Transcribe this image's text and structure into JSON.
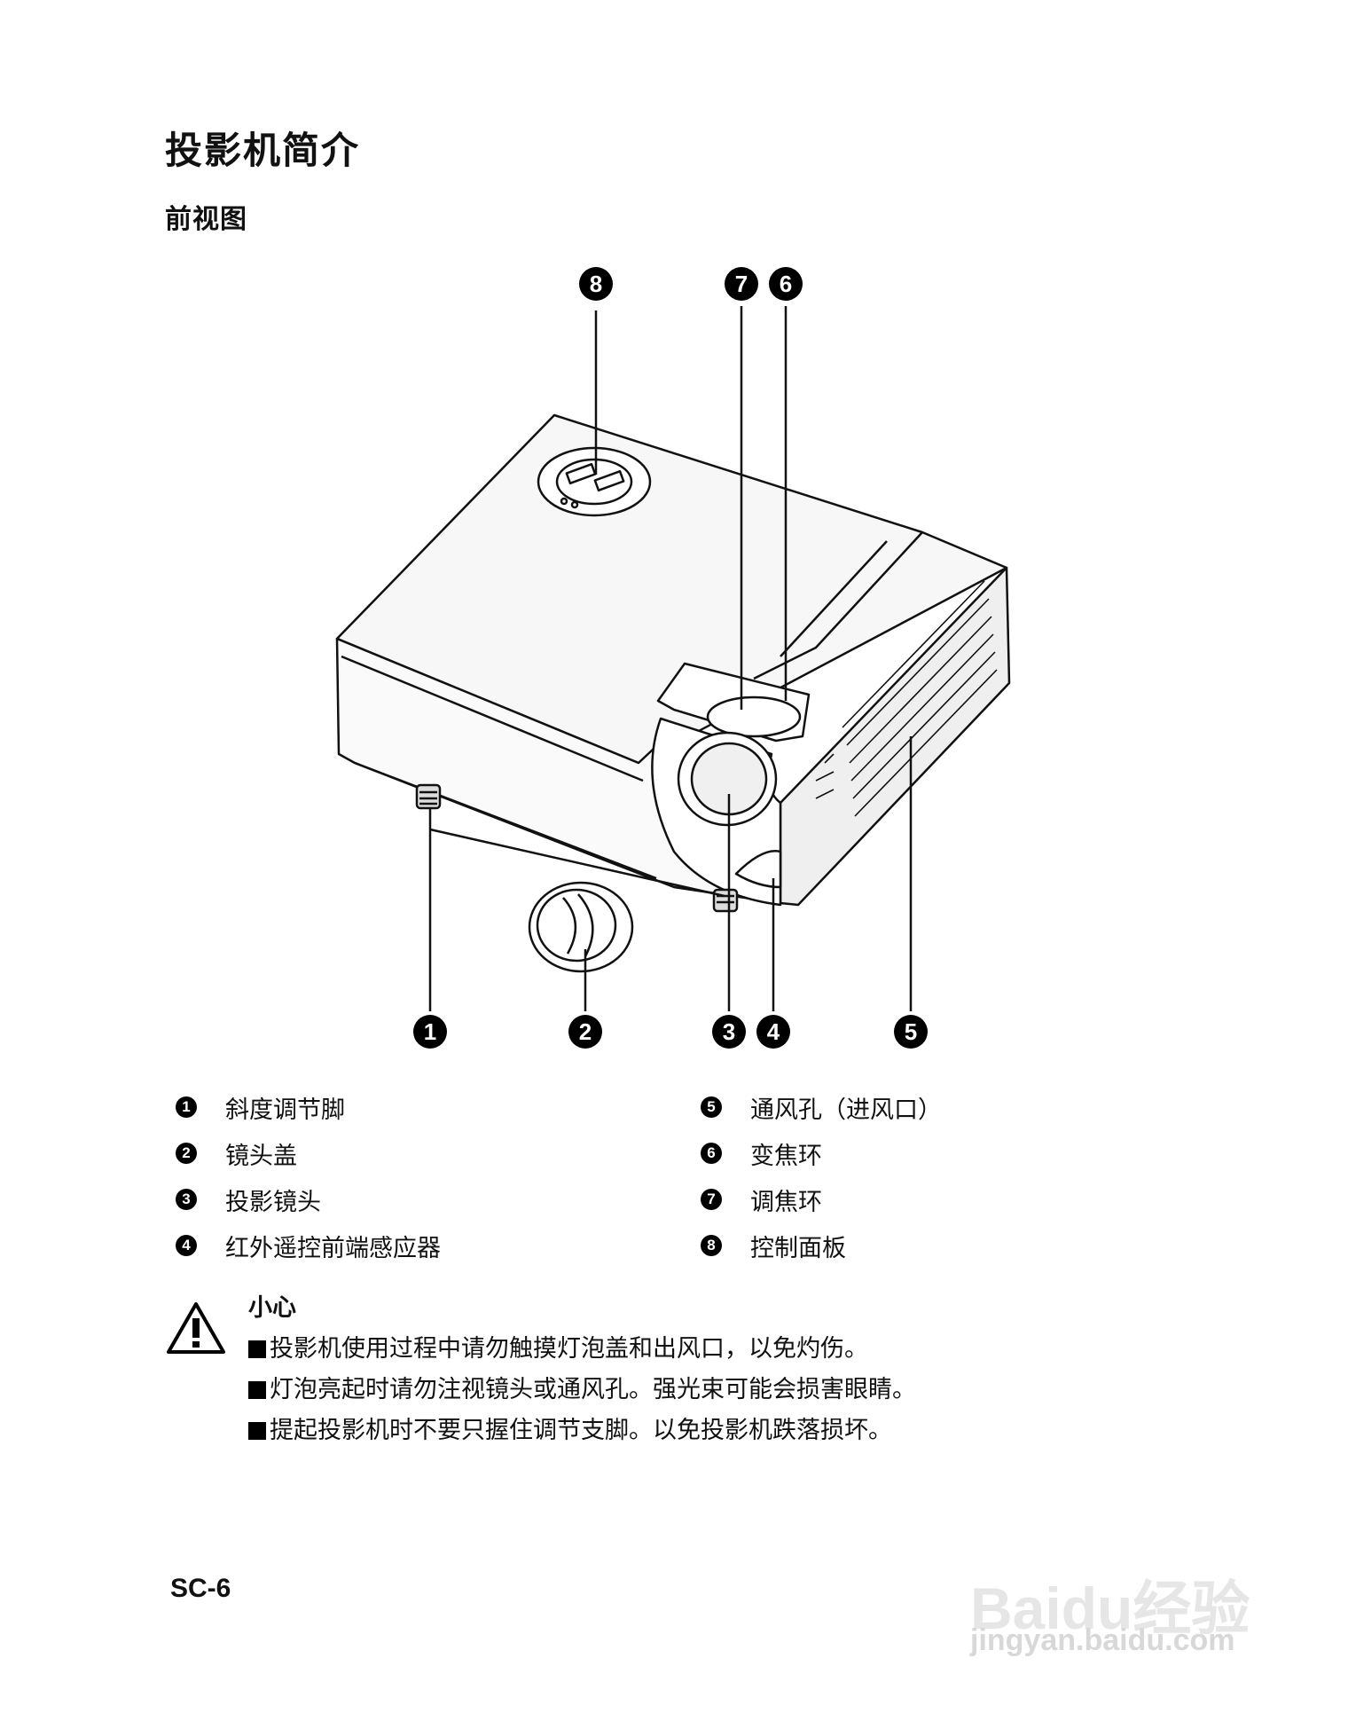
{
  "page": {
    "title": "投影机简介",
    "subtitle": "前视图",
    "page_number": "SC-6"
  },
  "callouts": [
    "1",
    "2",
    "3",
    "4",
    "5",
    "6",
    "7",
    "8"
  ],
  "legend": {
    "left": [
      {
        "num": "1",
        "label": "斜度调节脚"
      },
      {
        "num": "2",
        "label": "镜头盖"
      },
      {
        "num": "3",
        "label": "投影镜头"
      },
      {
        "num": "4",
        "label": "红外遥控前端感应器"
      }
    ],
    "right": [
      {
        "num": "5",
        "label": "通风孔（进风口）"
      },
      {
        "num": "6",
        "label": "变焦环"
      },
      {
        "num": "7",
        "label": "调焦环"
      },
      {
        "num": "8",
        "label": "控制面板"
      }
    ]
  },
  "caution": {
    "icon": "warning-triangle-icon",
    "title": "小心",
    "lines": [
      "投影机使用过程中请勿触摸灯泡盖和出风口，以免灼伤。",
      "灯泡亮起时请勿注视镜头或通风孔。强光束可能会损害眼睛。",
      "提起投影机时不要只握住调节支脚。以免投影机跌落损坏。"
    ]
  },
  "watermark": {
    "logo": "Baidu经验",
    "url": "jingyan.baidu.com"
  }
}
